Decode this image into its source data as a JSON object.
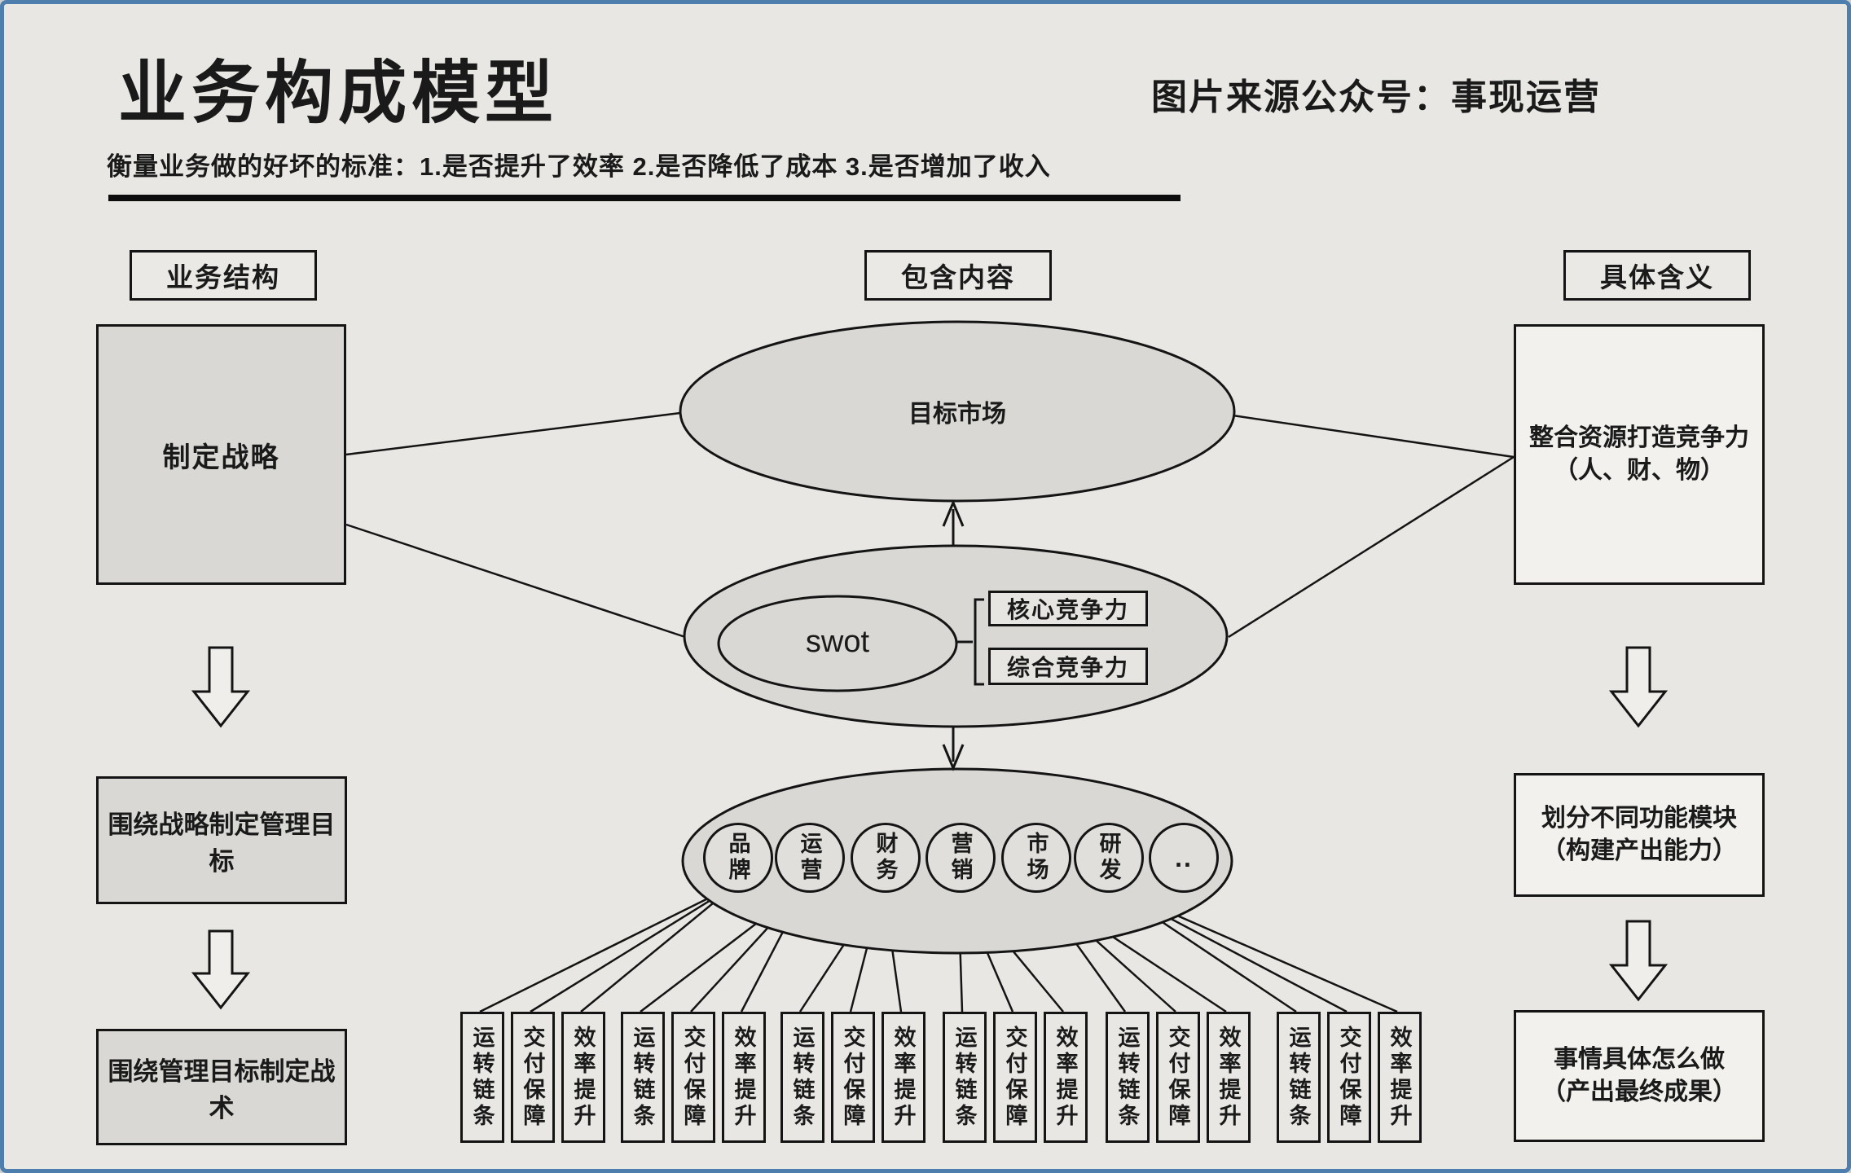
{
  "page": {
    "title": "业务构成模型",
    "source": "图片来源公众号：事现运营",
    "subtitle": "衡量业务做的好坏的标准：1.是否提升了效率  2.是否降低了成本  3.是否增加了收入"
  },
  "columns": {
    "left": "业务结构",
    "middle": "包含内容",
    "right": "具体含义"
  },
  "left_flow": {
    "step1": "制定战略",
    "step2": "围绕战略制定管理目标",
    "step3": "围绕管理目标制定战术"
  },
  "right_flow": {
    "step1": {
      "line1": "整合资源打造竞争力",
      "line2": "（人、财、物）"
    },
    "step2": {
      "line1": "划分不同功能模块",
      "line2": "（构建产出能力）"
    },
    "step3": {
      "line1": "事情具体怎么做",
      "line2": "（产出最终成果）"
    }
  },
  "middle": {
    "ellipse1": "目标市场",
    "swot": "swot",
    "competitiveness": {
      "core": "核心竞争力",
      "comprehensive": "综合竞争力"
    },
    "departments": [
      "品牌",
      "运营",
      "财务",
      "营销",
      "市场",
      "研发",
      ".."
    ],
    "chain": {
      "groups": 6,
      "labels": [
        "运转链条",
        "交付保障",
        "效率提升"
      ]
    }
  },
  "colors": {
    "frame": "#4d7eae",
    "canvas": "#e9e7e4",
    "shape_fill": "#d9d8d5",
    "light_fill": "#f2f1ee",
    "stroke": "#141414"
  }
}
